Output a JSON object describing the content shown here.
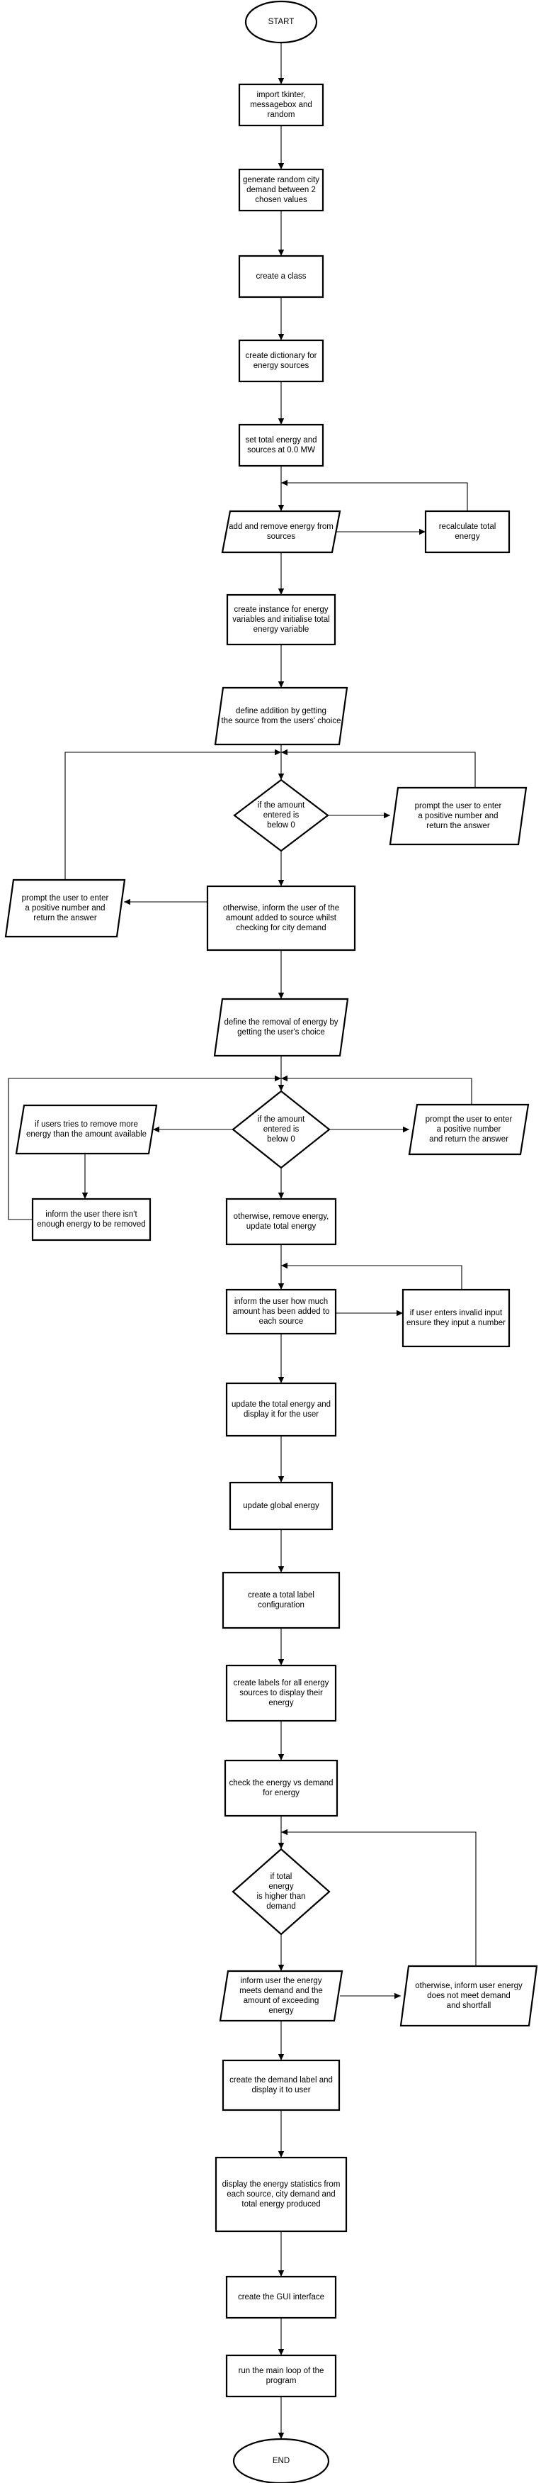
{
  "flowchart": {
    "nodes": [
      {
        "id": "start",
        "shape": "oval",
        "lines": [
          "START"
        ]
      },
      {
        "id": "import",
        "shape": "rect",
        "lines": [
          "import tkinter,",
          "messagebox and",
          "random"
        ]
      },
      {
        "id": "demand",
        "shape": "rect",
        "lines": [
          "generate random city",
          "demand between 2",
          "chosen values"
        ]
      },
      {
        "id": "class",
        "shape": "rect",
        "lines": [
          "create a class"
        ]
      },
      {
        "id": "dict",
        "shape": "rect",
        "lines": [
          "create dictionary for",
          "energy sources"
        ]
      },
      {
        "id": "settotal",
        "shape": "rect",
        "lines": [
          "set total energy and",
          "sources at 0.0 MW"
        ]
      },
      {
        "id": "addremove",
        "shape": "para",
        "lines": [
          "add and remove energy from",
          "sources"
        ]
      },
      {
        "id": "recalc",
        "shape": "rect",
        "lines": [
          "recalculate total",
          "energy"
        ]
      },
      {
        "id": "instance",
        "shape": "rect",
        "lines": [
          "create instance for energy",
          "variables and initialise total",
          "energy variable"
        ]
      },
      {
        "id": "defadd",
        "shape": "para",
        "lines": [
          "define addition by getting",
          "the source from the users' choice"
        ]
      },
      {
        "id": "dec1",
        "shape": "diamond",
        "lines": [
          "if the amount",
          "entered is",
          "below 0"
        ]
      },
      {
        "id": "prompt1",
        "shape": "para",
        "lines": [
          "prompt the user to enter",
          "a positive number and",
          "return the answer"
        ]
      },
      {
        "id": "prompt2",
        "shape": "para",
        "lines": [
          "prompt the user to enter",
          "a positive number and",
          "return the answer"
        ]
      },
      {
        "id": "otherwise1",
        "shape": "rect",
        "lines": [
          "otherwise, inform the user of the",
          "amount added to source whilst",
          "checking for city demand"
        ]
      },
      {
        "id": "defremove",
        "shape": "para",
        "lines": [
          "define the removal of energy by",
          "getting the user's choice"
        ]
      },
      {
        "id": "dec2",
        "shape": "diamond",
        "lines": [
          "if the amount",
          "entered is",
          "below 0"
        ]
      },
      {
        "id": "toomuch",
        "shape": "para",
        "lines": [
          "if users tries to remove more",
          "energy than the amount available"
        ]
      },
      {
        "id": "prompt3",
        "shape": "para",
        "lines": [
          "prompt the user to enter",
          "a positive number",
          "and return the answer"
        ]
      },
      {
        "id": "notenough",
        "shape": "rect",
        "lines": [
          "inform the user there isn't",
          "enough energy to be removed"
        ]
      },
      {
        "id": "otherwise2",
        "shape": "rect",
        "lines": [
          "otherwise, remove energy,",
          "update total energy"
        ]
      },
      {
        "id": "informadded",
        "shape": "rect",
        "lines": [
          "inform the user how much",
          "amount has been added to",
          "each source"
        ]
      },
      {
        "id": "invalid",
        "shape": "rect",
        "lines": [
          "if user enters invalid input",
          "ensure they input a number"
        ]
      },
      {
        "id": "updatedisp",
        "shape": "rect",
        "lines": [
          "update the total energy and",
          "display it for the user"
        ]
      },
      {
        "id": "global",
        "shape": "rect",
        "lines": [
          "update global energy"
        ]
      },
      {
        "id": "totallabel",
        "shape": "rect",
        "lines": [
          "create a total label",
          "configuration"
        ]
      },
      {
        "id": "labels",
        "shape": "rect",
        "lines": [
          "create labels for all energy",
          "sources to display their",
          "energy"
        ]
      },
      {
        "id": "check",
        "shape": "rect",
        "lines": [
          "check the energy vs demand",
          "for energy"
        ]
      },
      {
        "id": "dec3",
        "shape": "diamond",
        "lines": [
          "if total",
          "energy",
          "is higher than",
          "demand"
        ]
      },
      {
        "id": "meets",
        "shape": "para",
        "lines": [
          "inform user the energy",
          "meets demand and the",
          "amount of exceeding",
          "energy"
        ]
      },
      {
        "id": "notmeet",
        "shape": "para",
        "lines": [
          "otherwise, inform user energy",
          "does not meet demand",
          "and shortfall"
        ]
      },
      {
        "id": "demandlabel",
        "shape": "rect",
        "lines": [
          "create the demand label and",
          "display it to user"
        ]
      },
      {
        "id": "stats",
        "shape": "rect",
        "lines": [
          "display the energy statistics from",
          "each source, city demand and",
          "total energy produced"
        ]
      },
      {
        "id": "gui",
        "shape": "rect",
        "lines": [
          "create the GUI interface"
        ]
      },
      {
        "id": "mainloop",
        "shape": "rect",
        "lines": [
          "run the main loop of the",
          "program"
        ]
      },
      {
        "id": "end",
        "shape": "oval",
        "lines": [
          "END"
        ]
      }
    ],
    "edges": [
      {
        "from": "start",
        "to": "import"
      },
      {
        "from": "import",
        "to": "demand"
      },
      {
        "from": "demand",
        "to": "class"
      },
      {
        "from": "class",
        "to": "dict"
      },
      {
        "from": "dict",
        "to": "settotal"
      },
      {
        "from": "settotal",
        "to": "addremove"
      },
      {
        "from": "addremove",
        "to": "recalc"
      },
      {
        "from": "recalc",
        "to": "addremove"
      },
      {
        "from": "addremove",
        "to": "instance"
      },
      {
        "from": "instance",
        "to": "defadd"
      },
      {
        "from": "defadd",
        "to": "dec1"
      },
      {
        "from": "dec1",
        "to": "prompt1"
      },
      {
        "from": "prompt1",
        "to": "dec1"
      },
      {
        "from": "dec1",
        "to": "otherwise1"
      },
      {
        "from": "otherwise1",
        "to": "prompt2"
      },
      {
        "from": "prompt2",
        "to": "dec1"
      },
      {
        "from": "otherwise1",
        "to": "defremove"
      },
      {
        "from": "defremove",
        "to": "dec2"
      },
      {
        "from": "dec2",
        "to": "toomuch"
      },
      {
        "from": "toomuch",
        "to": "notenough"
      },
      {
        "from": "notenough",
        "to": "dec2"
      },
      {
        "from": "dec2",
        "to": "prompt3"
      },
      {
        "from": "prompt3",
        "to": "dec2"
      },
      {
        "from": "dec2",
        "to": "otherwise2"
      },
      {
        "from": "otherwise2",
        "to": "informadded"
      },
      {
        "from": "informadded",
        "to": "invalid"
      },
      {
        "from": "invalid",
        "to": "informadded"
      },
      {
        "from": "informadded",
        "to": "updatedisp"
      },
      {
        "from": "updatedisp",
        "to": "global"
      },
      {
        "from": "global",
        "to": "totallabel"
      },
      {
        "from": "totallabel",
        "to": "labels"
      },
      {
        "from": "labels",
        "to": "check"
      },
      {
        "from": "check",
        "to": "dec3"
      },
      {
        "from": "dec3",
        "to": "meets"
      },
      {
        "from": "meets",
        "to": "notmeet"
      },
      {
        "from": "notmeet",
        "to": "dec3"
      },
      {
        "from": "meets",
        "to": "demandlabel"
      },
      {
        "from": "demandlabel",
        "to": "stats"
      },
      {
        "from": "stats",
        "to": "gui"
      },
      {
        "from": "gui",
        "to": "mainloop"
      },
      {
        "from": "mainloop",
        "to": "end"
      }
    ]
  }
}
